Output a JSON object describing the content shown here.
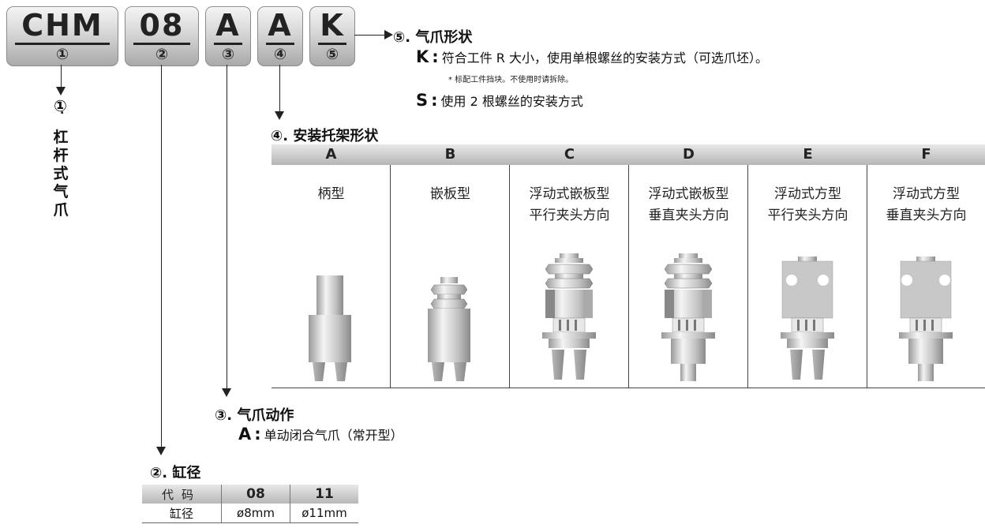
{
  "codes": [
    {
      "letters": "CHM",
      "num": "①"
    },
    {
      "letters": "08",
      "num": "②"
    },
    {
      "letters": "A",
      "num": "③"
    },
    {
      "letters": "A",
      "num": "④"
    },
    {
      "letters": "K",
      "num": "⑤"
    }
  ],
  "section1": {
    "num": "①",
    "dot": ".",
    "title_vertical": "杠杆式气爪"
  },
  "section5": {
    "title": "⑤. 气爪形状",
    "options": [
      {
        "key": "K",
        "colon": ":",
        "text": "符合工件 R 大小，使用单根螺丝的安装方式（可选爪坯）。"
      },
      {
        "key": "S",
        "colon": ":",
        "text": "使用 2 根螺丝的安装方式"
      }
    ],
    "note": "* 标配工件挡块。不使用时请拆除。"
  },
  "section4": {
    "title": "④. 安装托架形状",
    "columns": [
      {
        "code": "A",
        "line1": "柄型",
        "line2": ""
      },
      {
        "code": "B",
        "line1": "嵌板型",
        "line2": ""
      },
      {
        "code": "C",
        "line1": "浮动式嵌板型",
        "line2": "平行夹头方向"
      },
      {
        "code": "D",
        "line1": "浮动式嵌板型",
        "line2": "垂直夹头方向"
      },
      {
        "code": "E",
        "line1": "浮动式方型",
        "line2": "平行夹头方向"
      },
      {
        "code": "F",
        "line1": "浮动式方型",
        "line2": "垂直夹头方向"
      }
    ]
  },
  "section3": {
    "title": "③. 气爪动作",
    "options": [
      {
        "key": "A",
        "colon": ":",
        "text": "单动闭合气爪（常开型）"
      }
    ]
  },
  "section2": {
    "title": "②. 缸径",
    "header": [
      "代码",
      "08",
      "11"
    ],
    "row": [
      "缸径",
      "ø8mm",
      "ø11mm"
    ]
  }
}
